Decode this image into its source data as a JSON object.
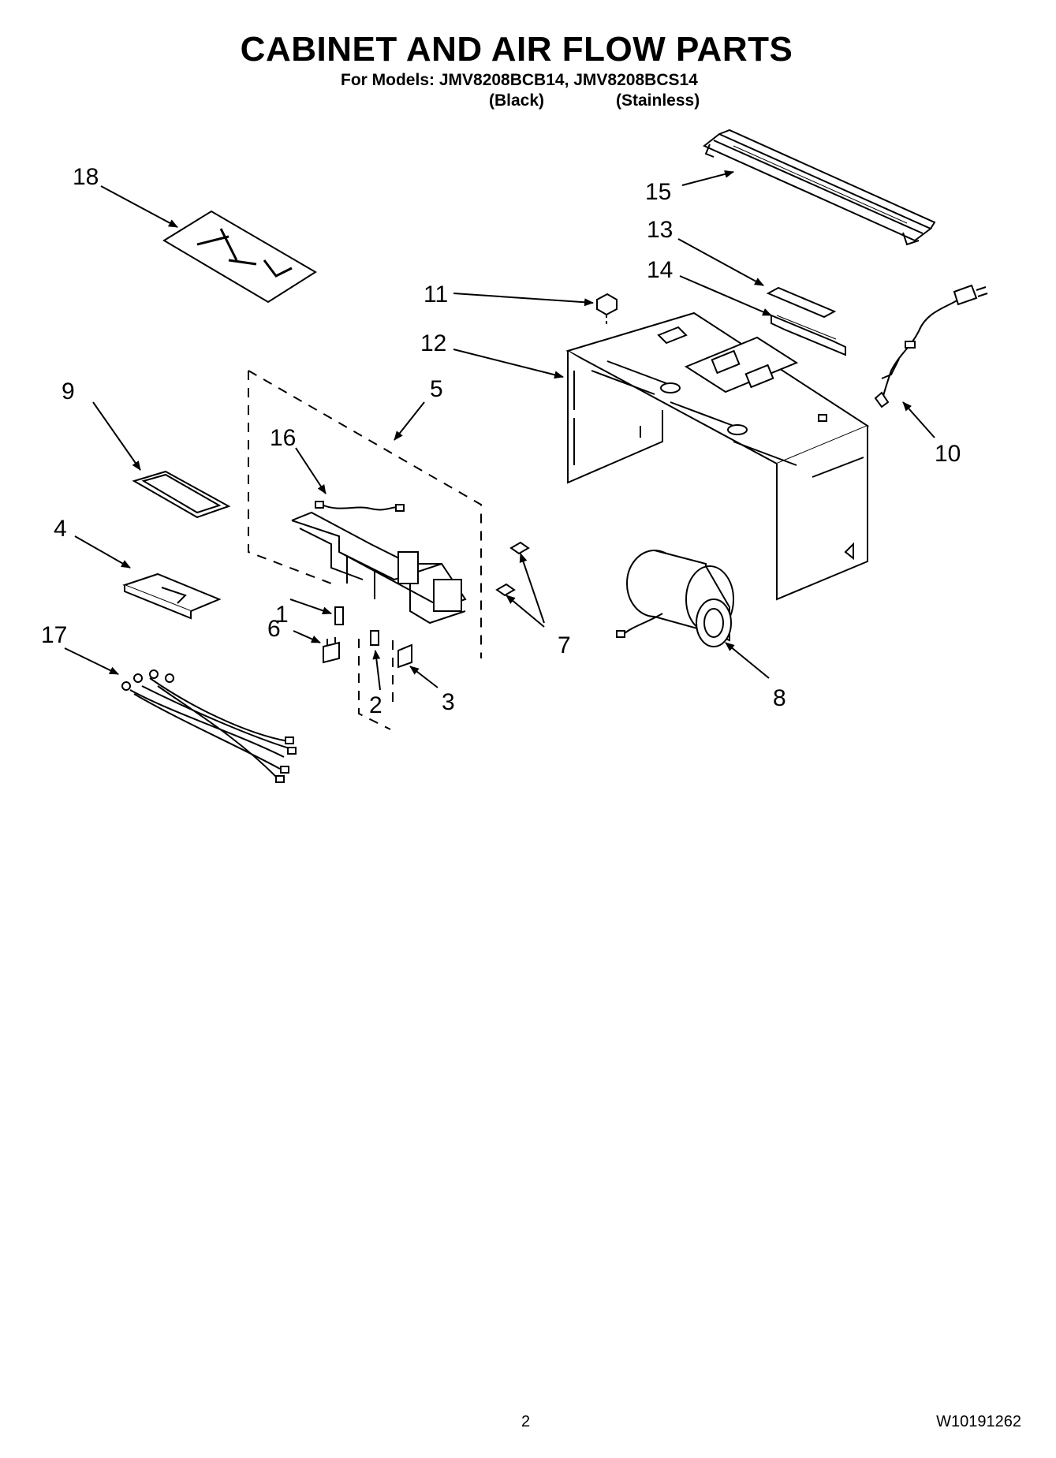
{
  "header": {
    "title": "CABINET AND AIR FLOW PARTS",
    "models_line": "For Models: JMV8208BCB14, JMV8208BCS14",
    "variant_black": "(Black)",
    "variant_stainless": "(Stainless)"
  },
  "callouts": [
    "1",
    "2",
    "3",
    "4",
    "5",
    "6",
    "7",
    "8",
    "9",
    "10",
    "11",
    "12",
    "13",
    "14",
    "15",
    "16",
    "17",
    "18"
  ],
  "footer": {
    "page_number": "2",
    "doc_number": "W10191262"
  }
}
